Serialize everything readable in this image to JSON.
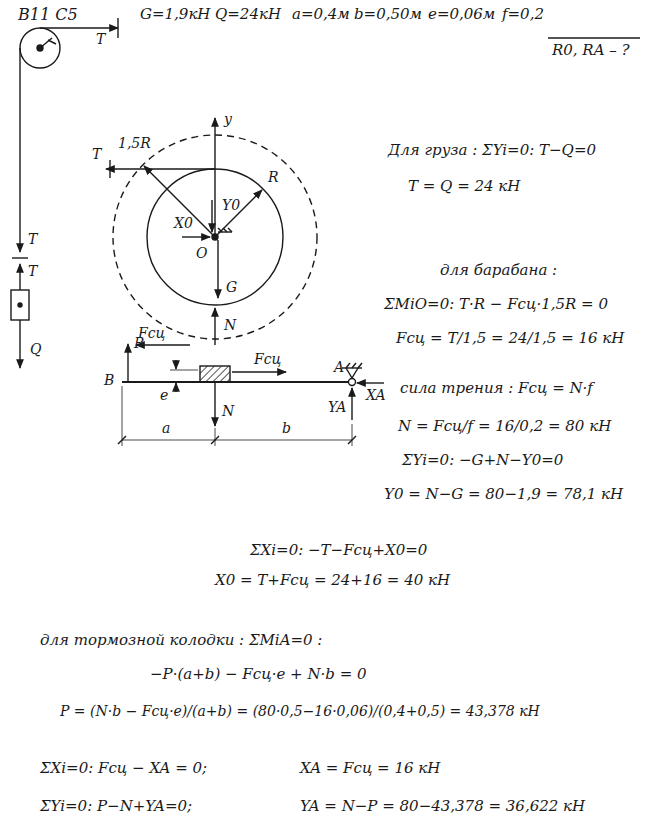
{
  "diagram": {
    "labels": [
      "В11 С5",
      "G=1,9кН",
      "Q=24кН",
      "a=0,4м",
      "b=0,50м",
      "e=0,06м",
      "f=0,2",
      "R0, RA – ?",
      "T",
      "T",
      "T",
      "T",
      "Q",
      "y",
      "1,5R",
      "R",
      "Y0",
      "X0",
      "O",
      "G",
      "N",
      "Fсц",
      "P",
      "Fсц",
      "B",
      "e",
      "N",
      "A",
      "XA",
      "YA",
      "a",
      "b",
      "Для груза : ΣYi=0: T−Q=0",
      "T = Q = 24 кН",
      "для барабана :",
      "ΣMiO=0: T·R − Fсц·1,5R = 0",
      "Fсц = T/1,5 = 24/1,5 = 16 кН",
      "сила трения : Fсц = N·f",
      "N = Fсц/f = 16/0,2 = 80 кН",
      "ΣYi=0: −G+N−Y0=0",
      "Y0 = N−G = 80−1,9 = 78,1 кН",
      "ΣXi=0: −T−Fсц+X0=0",
      "X0 = T+Fсц = 24+16 = 40 кН",
      "для тормозной колодки : ΣMiA=0 :",
      "−P·(a+b) − Fсц·e + N·b = 0",
      "P = (N·b − Fсц·e)/(a+b) = (80·0,5−16·0,06)/(0,4+0,5) = 43,378 кН",
      "ΣXi=0: Fсц − XA = 0;",
      "XA = Fсц = 16 кН",
      "ΣYi=0: P−N+YA=0;",
      "YA = N−P = 80−43,378 = 36,622 кН"
    ]
  }
}
